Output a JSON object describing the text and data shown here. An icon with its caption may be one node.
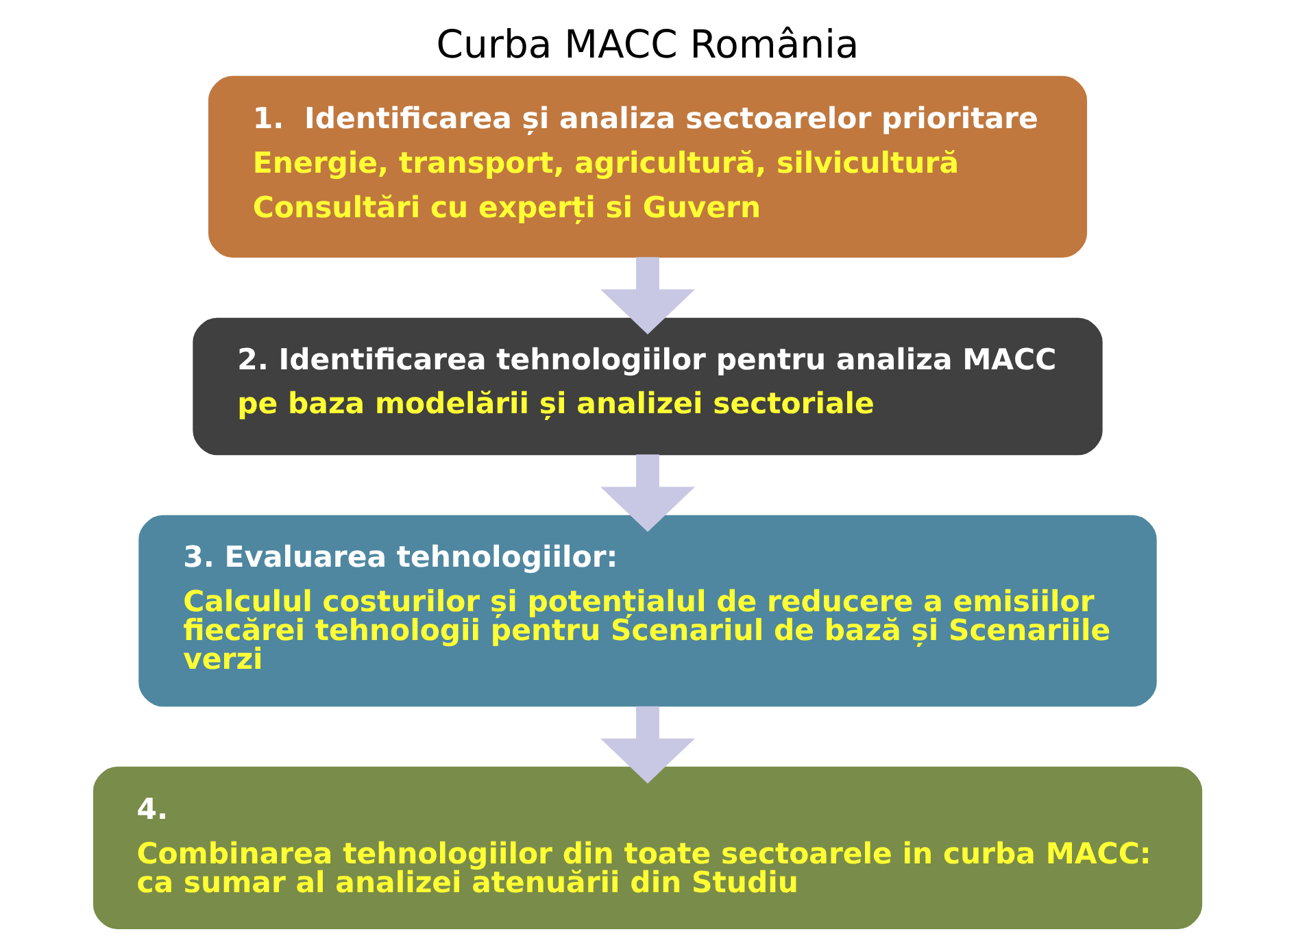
{
  "diagram": {
    "title": "Curba MACC România",
    "nodes": [
      {
        "text": [
          "1.  Identificarea și analiza sectoarelor prioritare",
          "Energie, transport, agricultură, silvicultură",
          "Consultări cu experți si Guvern"
        ]
      },
      {
        "text": [
          "2. Identificarea tehnologiilor pentru analiza MACC",
          "pe baza modelării și analizei sectoriale"
        ]
      },
      {
        "text": [
          "3. Evaluarea tehnologiilor:",
          "Calculul costurilor și potențialul de reducere a emisiilor fiecărei tehnologii pentru Scenariul de bază și Scenariile verzi"
        ]
      },
      {
        "text": [
          "4.",
          "Combinarea tehnologiilor din toate sectoarele in curba MACC: ca sumar al analizei atenuării din Studiu"
        ]
      }
    ],
    "edges": [
      {
        "from": 0,
        "to": 1,
        "arrow": "to"
      },
      {
        "from": 1,
        "to": 2,
        "arrow": "to"
      },
      {
        "from": 2,
        "to": 3,
        "arrow": "to"
      }
    ]
  }
}
